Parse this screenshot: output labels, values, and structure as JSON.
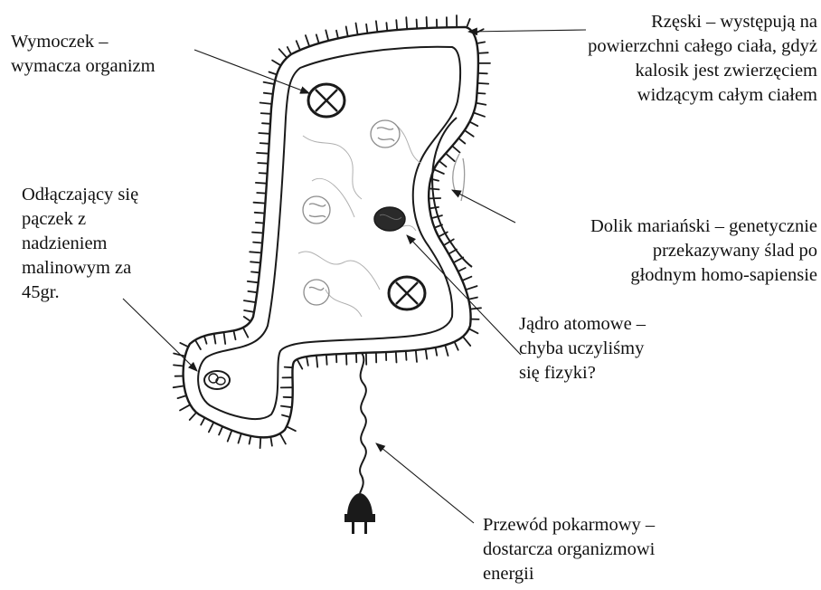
{
  "labels": {
    "wymoczek": [
      "Wymoczek –",
      "wymacza organizm"
    ],
    "rzeski": [
      "Rzęski – występują na",
      "powierzchni całego ciała, gdyż",
      "kalosik jest zwierzęciem",
      "widzącym całym ciałem"
    ],
    "paczek": [
      "Odłączający się",
      "pączek z",
      "nadzieniem",
      "malinowym za",
      "45gr."
    ],
    "dolik": [
      "Dolik mariański – genetycznie",
      "przekazywany ślad po",
      "głodnym homo-sapiensie"
    ],
    "jadro": [
      "Jądro atomowe –",
      "chyba uczyliśmy",
      "się fizyki?"
    ],
    "przewod": [
      "Przewód pokarmowy –",
      "dostarcza organizmowi",
      "energii"
    ]
  },
  "colors": {
    "ink": "#1a1a1a",
    "pencil": "#9a9a9a",
    "background": "#ffffff"
  },
  "icons": [
    "vacuole-icon",
    "nucleus-icon",
    "plug-icon",
    "cilia-icon"
  ]
}
